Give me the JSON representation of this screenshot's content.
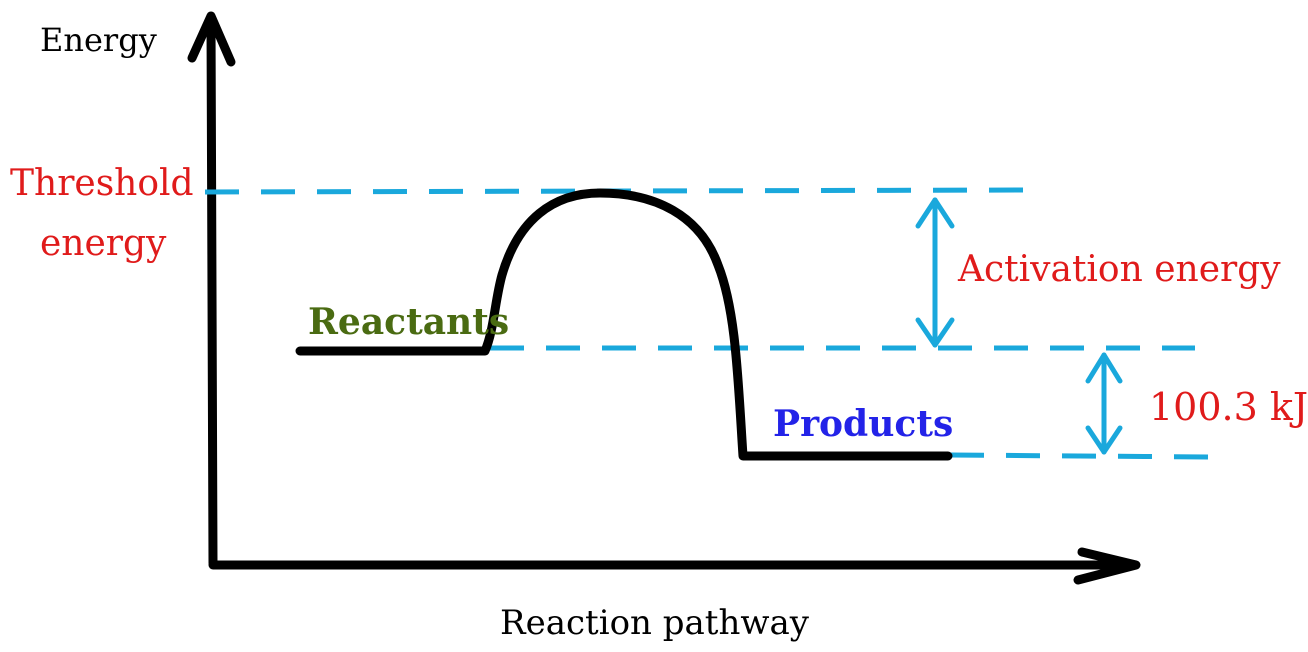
{
  "axes": {
    "y_label": "Energy",
    "x_label": "Reaction pathway"
  },
  "labels": {
    "threshold_line1": "Threshold",
    "threshold_line2": "energy",
    "reactants": "Reactants",
    "products": "Products",
    "activation_energy": "Activation energy",
    "enthalpy_change": "100.3 kJ"
  },
  "colors": {
    "curve": "#000000",
    "guide_lines": "#1aa8dc",
    "threshold_text": "#e01b1b",
    "activation_text": "#e01b1b",
    "enthalpy_text": "#e01b1b",
    "reactants_text": "#4a6b12",
    "products_text": "#2323e8",
    "axis_text": "#000000"
  }
}
